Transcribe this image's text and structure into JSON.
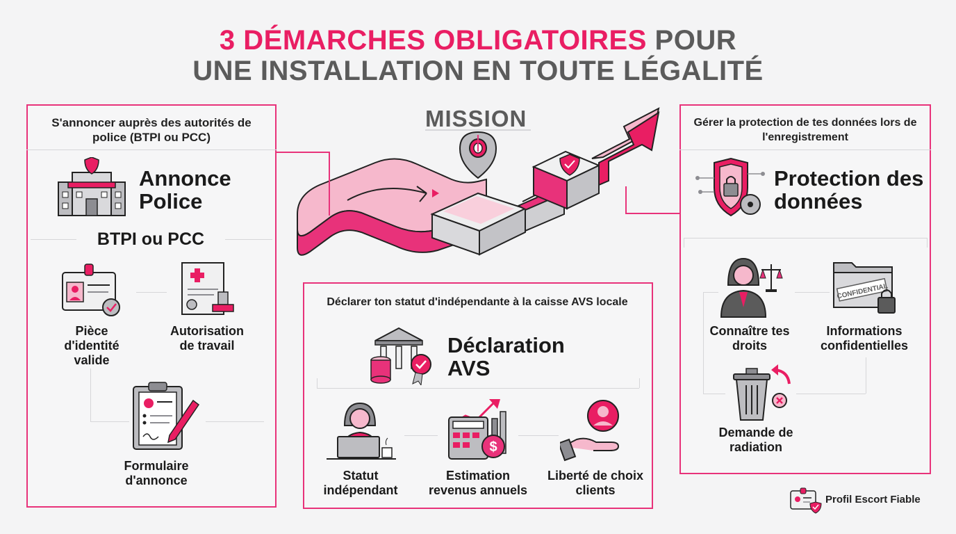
{
  "title": {
    "line1_pink": "3 DÉMARCHES OBLIGATOIRES",
    "line1_gray": " POUR",
    "line2": "UNE INSTALLATION EN TOUTE LÉGALITÉ"
  },
  "mission": {
    "label": "MISSION"
  },
  "police": {
    "subtitle": "S'annoncer auprès des autorités de police (BTPI ou PCC)",
    "heading": "Annonce Police",
    "section": "BTPI ou PCC",
    "items": [
      "Pièce d'identité valide",
      "Autorisation de travail",
      "Formulaire d'annonce"
    ]
  },
  "avs": {
    "subtitle": "Déclarer ton statut d'indépendante à la caisse AVS locale",
    "heading": "Déclaration AVS",
    "items": [
      "Statut indépendant",
      "Estimation revenus annuels",
      "Liberté de choix clients"
    ]
  },
  "data_protection": {
    "subtitle": "Gérer la protection de tes données lors de l'enregistrement",
    "heading": "Protection des données",
    "items": [
      "Connaître tes droits",
      "Informations confidentielles",
      "Demande de radiation"
    ],
    "folder_stamp": "CONFIDENTIAL"
  },
  "brand": {
    "label": "Profil Escort Fiable"
  },
  "colors": {
    "accent": "#e91e63",
    "border": "#e8327a",
    "gray": "#5b5b5b",
    "light_pink": "#f6b8cc"
  }
}
